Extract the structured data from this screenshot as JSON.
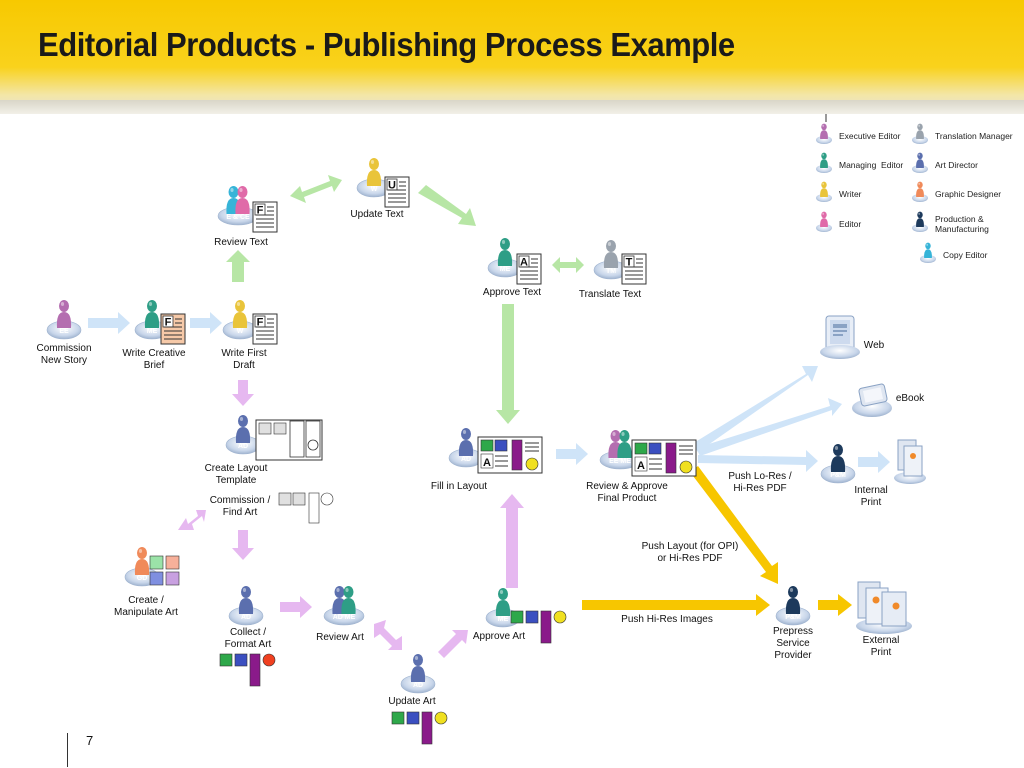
{
  "slide": {
    "title": "Editorial Products - Publishing Process Example",
    "page_number": "7"
  },
  "legend": [
    {
      "label": "Executive Editor",
      "color": "#b46eb0"
    },
    {
      "label": "Translation Manager",
      "color": "#9aa3ad"
    },
    {
      "label": "Managing  Editor",
      "color": "#2e9e86"
    },
    {
      "label": "Art Director",
      "color": "#5b6fae"
    },
    {
      "label": "Writer",
      "color": "#e9c43a"
    },
    {
      "label": "Graphic Designer",
      "color": "#f08a5a"
    },
    {
      "label": "Editor",
      "color": "#e06aa8"
    },
    {
      "label": "Production &\nManufacturing",
      "color": "#1d3a5c"
    },
    {
      "label": "Copy Editor",
      "color": "#36b4d8"
    }
  ],
  "steps": {
    "commission": {
      "badge": "EE",
      "label": "Commission\nNew Story"
    },
    "write_brief": {
      "badge": "ME",
      "label": "Write Creative\nBrief"
    },
    "write_draft": {
      "badge": "W",
      "label": "Write First\nDraft"
    },
    "review_text": {
      "badge": "E & CE",
      "label": "Review Text"
    },
    "update_text": {
      "badge": "W",
      "label": "Update Text"
    },
    "approve_text": {
      "badge": "ME",
      "label": "Approve Text"
    },
    "translate_text": {
      "badge": "TM",
      "label": "Translate Text"
    },
    "layout_template": {
      "badge": "AD",
      "label": "Create Layout\nTemplate"
    },
    "commission_art": {
      "label": "Commission /\nFind Art"
    },
    "create_art": {
      "badge": "GD",
      "label": "Create /\nManipulate Art"
    },
    "collect_art": {
      "badge": "AD",
      "label": "Collect /\nFormat Art"
    },
    "review_art": {
      "badge": "AD ME",
      "label": "Review Art"
    },
    "update_art": {
      "badge": "AD",
      "label": "Update Art"
    },
    "approve_art": {
      "badge": "ME",
      "label": "Approve Art"
    },
    "fill_layout": {
      "badge": "AD",
      "label": "Fill in Layout"
    },
    "review_final": {
      "badge": "EE ME",
      "label": "Review & Approve\nFinal Product"
    },
    "internal_print": {
      "badge": "P&M",
      "label": "Internal\nPrint"
    },
    "prepress": {
      "badge": "P&M",
      "label": "Prepress\nService\nProvider"
    },
    "external_print": {
      "label": "External\nPrint"
    },
    "web": {
      "label": "Web"
    },
    "ebook": {
      "label": "eBook"
    }
  },
  "flows": {
    "push_lores": "Push Lo-Res /\nHi-Res PDF",
    "push_layout": "Push Layout (for OPI)\nor Hi-Res PDF",
    "push_images": "Push Hi-Res Images"
  },
  "doc_letters": {
    "first_draft": "F",
    "review": "F",
    "update": "U",
    "approve": "A",
    "translate": "T",
    "layout": "A"
  }
}
